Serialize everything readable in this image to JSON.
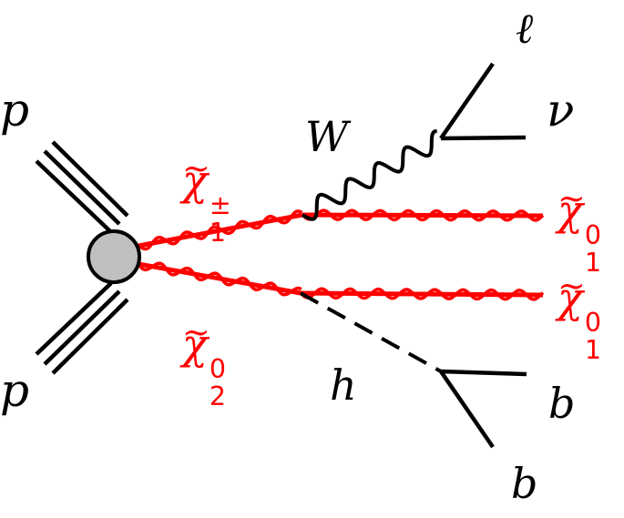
{
  "colors": {
    "standard": "#000000",
    "susy": "#ff0000",
    "vertex_fill": "#bfbfbf"
  },
  "labels": {
    "proton_top": "p",
    "proton_bottom": "p",
    "chargino": {
      "symbol": "χ",
      "superscript": "±",
      "subscript": "1"
    },
    "neutralino2": {
      "symbol": "χ",
      "superscript": "0",
      "subscript": "2"
    },
    "w_boson": "W",
    "lepton": "ℓ",
    "neutrino": "ν",
    "lsp_upper": {
      "symbol": "χ",
      "superscript": "0",
      "subscript": "1"
    },
    "lsp_lower": {
      "symbol": "χ",
      "superscript": "0",
      "subscript": "1"
    },
    "higgs": "h",
    "bquark_1": "b",
    "bquark_2": "b"
  }
}
